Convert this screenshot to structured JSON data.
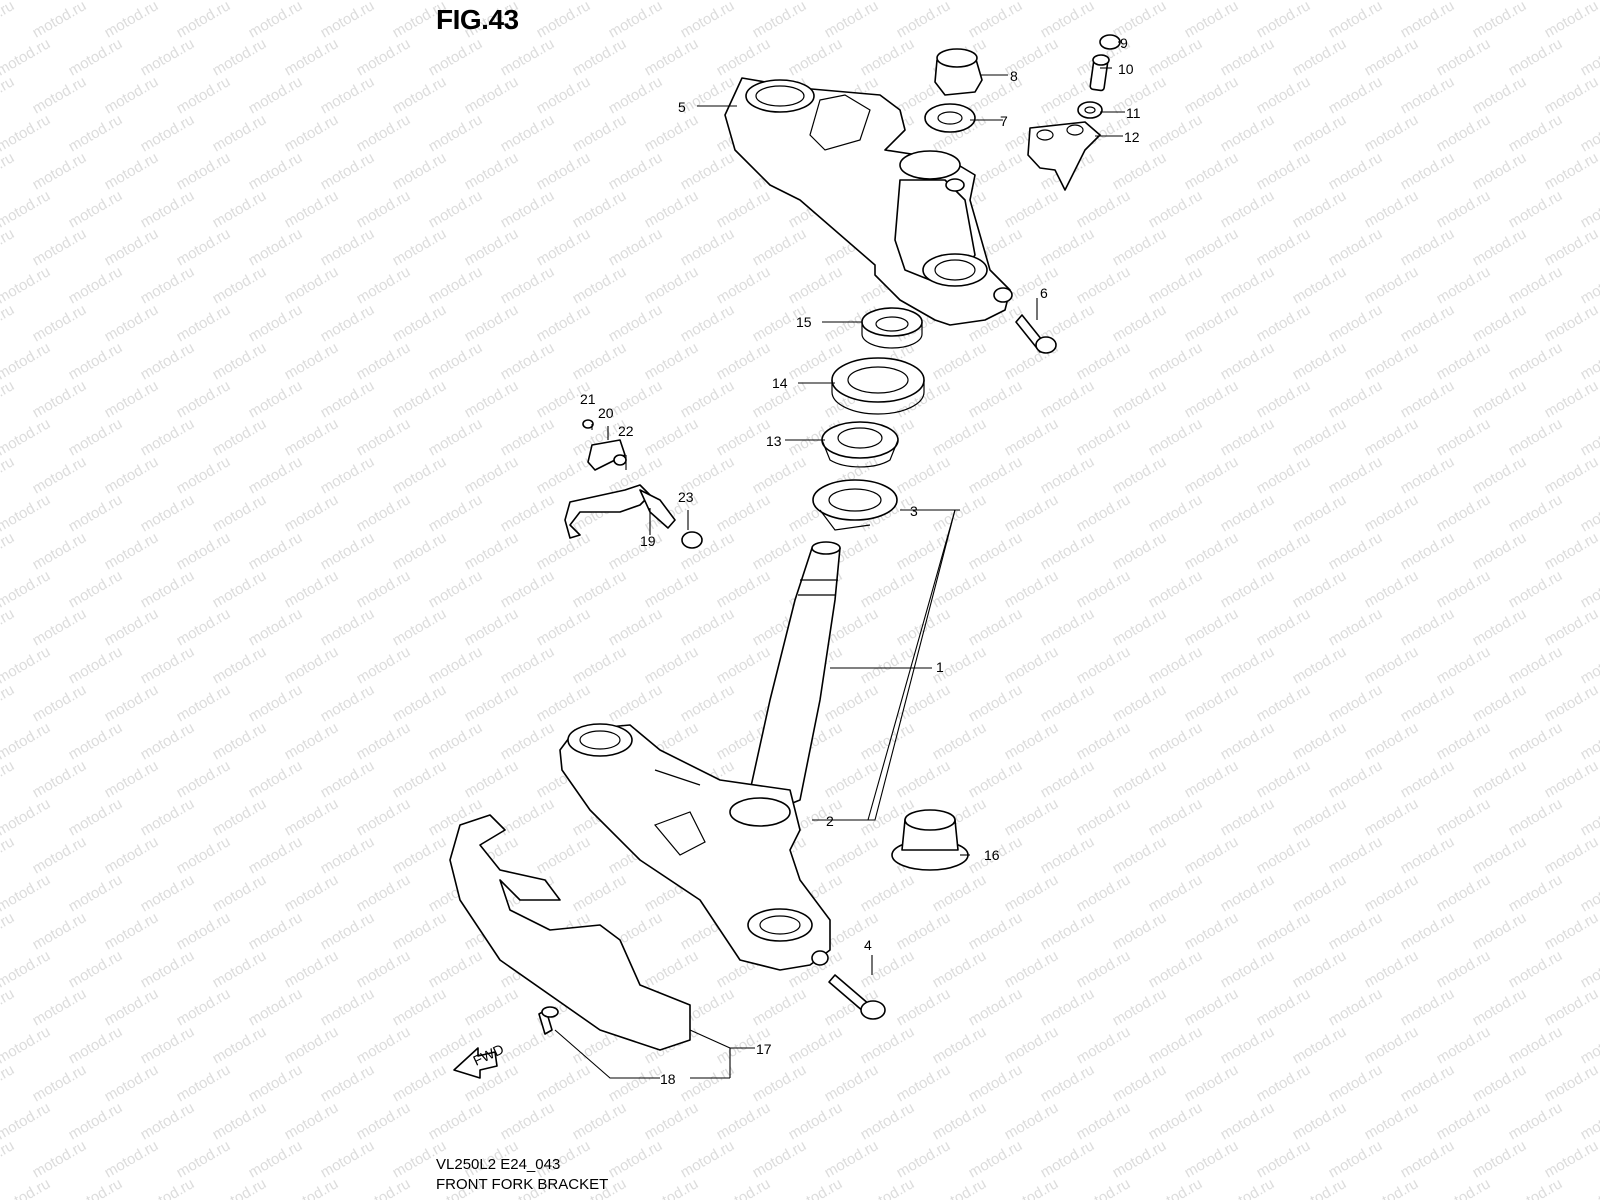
{
  "figure": {
    "title": "FIG.43",
    "model_code": "VL250L2 E24_043",
    "caption": "FRONT FORK BRACKET"
  },
  "watermark": "motod.ru",
  "callouts": [
    "1",
    "2",
    "3",
    "4",
    "5",
    "6",
    "7",
    "8",
    "9",
    "10",
    "11",
    "12",
    "13",
    "14",
    "15",
    "16",
    "17",
    "18",
    "19",
    "20",
    "21",
    "22",
    "23"
  ],
  "fwd_label": "FWD"
}
